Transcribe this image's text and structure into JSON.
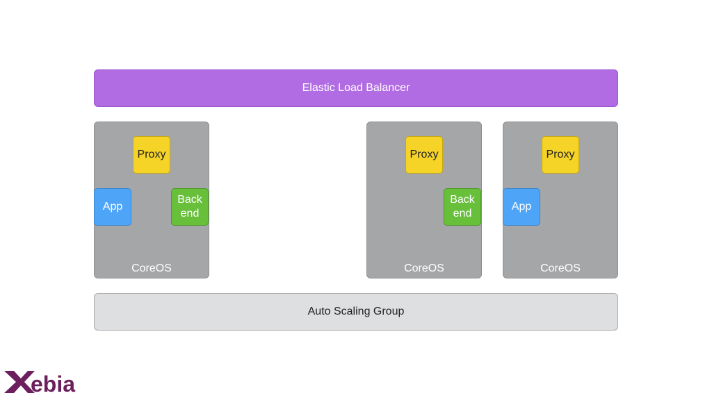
{
  "load_balancer": {
    "label": "Elastic Load Balancer"
  },
  "scaling_group": {
    "label": "Auto Scaling Group"
  },
  "nodes": [
    {
      "os": "CoreOS",
      "proxy": "Proxy",
      "app": "App",
      "backend_line1": "Back",
      "backend_line2": "end"
    },
    {
      "os": "CoreOS",
      "proxy": "Proxy",
      "backend_line1": "Back",
      "backend_line2": "end"
    },
    {
      "os": "CoreOS",
      "proxy": "Proxy",
      "app": "App"
    }
  ],
  "logo": {
    "text": "ebia",
    "color": "#6b1f5c"
  }
}
